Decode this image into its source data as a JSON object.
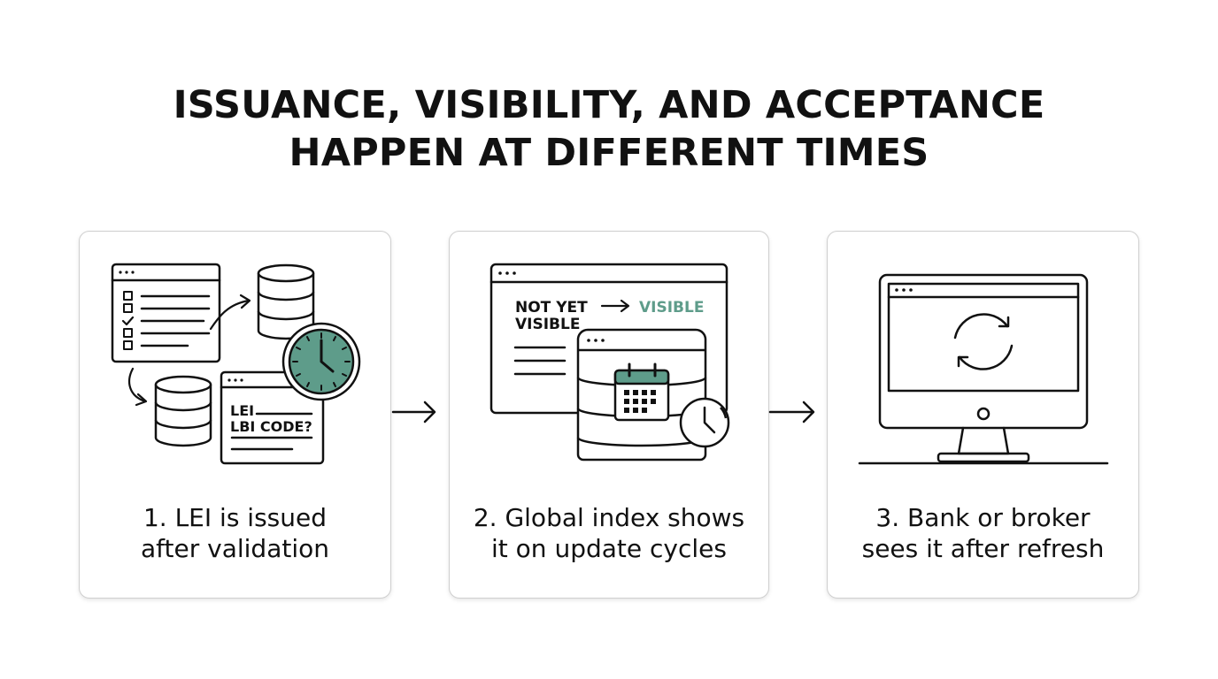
{
  "title": {
    "line1": "ISSUANCE, VISIBILITY, AND ACCEPTANCE",
    "line2": "HAPPEN AT DIFFERENT TIMES"
  },
  "colors": {
    "accent": "#5e9c8a",
    "ink": "#111111",
    "card_border": "#cfcfcf"
  },
  "steps": [
    {
      "caption_line1": "1. LEI is issued",
      "caption_line2": "after validation",
      "doc_text_line1": "LEI",
      "doc_text_line2": "LBI CODE?",
      "icons": [
        "checklist-window-icon",
        "database-icon",
        "clock-icon",
        "document-window-icon"
      ]
    },
    {
      "caption_line1": "2. Global index shows",
      "caption_line2": "it on update cycles",
      "status_from_line1": "NOT YET",
      "status_from_line2": "VISIBLE",
      "status_to": "VISIBLE",
      "icons": [
        "browser-window-icon",
        "database-icon",
        "calendar-icon",
        "clock-icon"
      ]
    },
    {
      "caption_line1": "3. Bank or broker",
      "caption_line2": "sees it after refresh",
      "icons": [
        "monitor-icon",
        "refresh-icon"
      ]
    }
  ]
}
